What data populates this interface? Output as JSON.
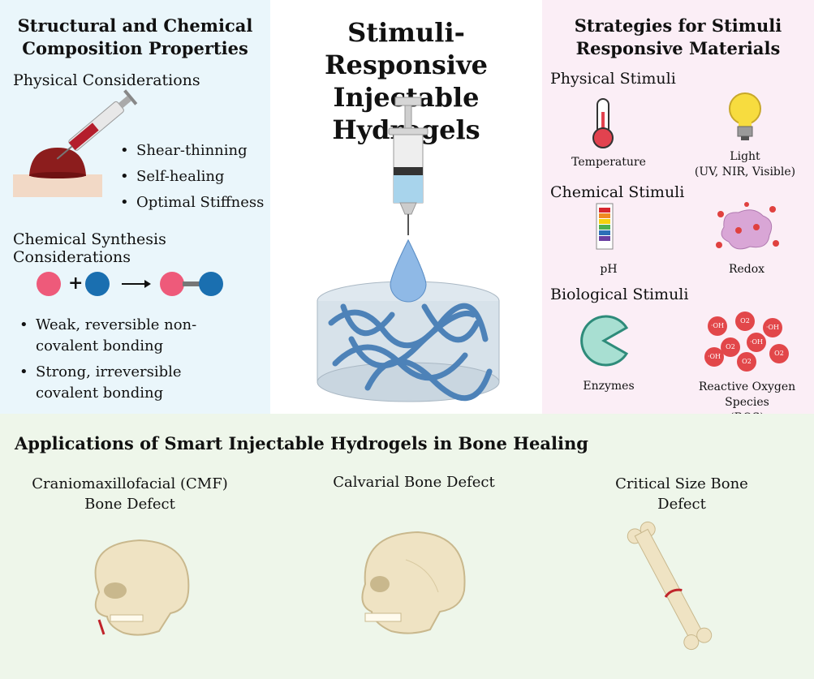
{
  "title": {
    "line1": "Stimuli-Responsive",
    "line2": "Injectable Hydrogels"
  },
  "left": {
    "heading_line1": "Structural and Chemical",
    "heading_line2": "Composition Properties",
    "physical_heading": "Physical Considerations",
    "physical_bullets": [
      "Shear-thinning",
      "Self-healing",
      "Optimal Stiffness"
    ],
    "chemical_heading": "Chemical Synthesis Considerations",
    "reaction_plus": "+",
    "chemical_bullets": [
      {
        "line1": "Weak, reversible non-",
        "line2": "covalent bonding"
      },
      {
        "line1": "Strong, irreversible",
        "line2": "covalent bonding"
      }
    ],
    "colors": {
      "pink": "#ee5a7a",
      "blue": "#1a6fb0"
    }
  },
  "right": {
    "heading_line1": "Strategies for Stimuli",
    "heading_line2": "Responsive Materials",
    "physical_heading": "Physical Stimuli",
    "temperature_label": "Temperature",
    "light_label_line1": "Light",
    "light_label_line2": "(UV, NIR, Visible)",
    "chemical_heading": "Chemical Stimuli",
    "ph_label": "pH",
    "redox_label": "Redox",
    "biological_heading": "Biological Stimuli",
    "enzymes_label": "Enzymes",
    "ros_label_line1": "Reactive Oxygen Species",
    "ros_label_line2": "(ROS)",
    "ros_particles": [
      "·OH",
      "O2",
      "·OH",
      "O2",
      "·OH",
      "O2",
      "·OH",
      "O2"
    ]
  },
  "bottom": {
    "heading": "Applications of Smart Injectable Hydrogels in Bone Healing",
    "app1_line1": "Craniomaxillofacial (CMF)",
    "app1_line2": "Bone Defect",
    "app2_line1": "Calvarial Bone Defect",
    "app3_line1": "Critical Size Bone",
    "app3_line2": "Defect"
  }
}
